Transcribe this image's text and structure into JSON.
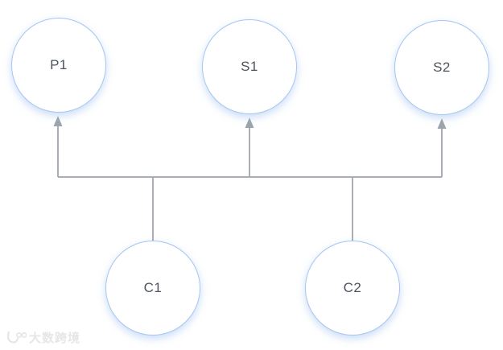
{
  "diagram": {
    "type": "topology",
    "nodes": [
      {
        "id": "P1",
        "label": "P1",
        "row": "top"
      },
      {
        "id": "S1",
        "label": "S1",
        "row": "top"
      },
      {
        "id": "S2",
        "label": "S2",
        "row": "top"
      },
      {
        "id": "C1",
        "label": "C1",
        "row": "bottom"
      },
      {
        "id": "C2",
        "label": "C2",
        "row": "bottom"
      }
    ],
    "edges": [
      {
        "from": "C1",
        "to": "bus",
        "arrow": false
      },
      {
        "from": "C2",
        "to": "bus",
        "arrow": false
      },
      {
        "from": "bus",
        "to": "P1",
        "arrow": true
      },
      {
        "from": "bus",
        "to": "S1",
        "arrow": true
      },
      {
        "from": "bus",
        "to": "S2",
        "arrow": true
      }
    ],
    "colors": {
      "background": "#ffffff",
      "node_fill": "#ffffff",
      "node_border": "#a5c6f2",
      "node_glow": "rgba(140,180,235,0.45)",
      "connector": "#a9aeb6",
      "arrowhead": "#9ea4ac",
      "label_text": "#4e545e",
      "watermark_text": "#e6e6e6"
    },
    "watermark": {
      "text": "大数跨境"
    }
  }
}
